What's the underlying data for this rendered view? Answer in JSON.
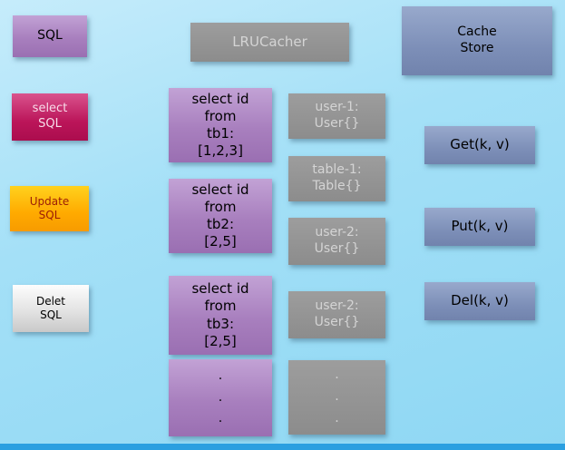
{
  "diagram": {
    "sql_clients": {
      "sql": "SQL",
      "select_sql": "select\nSQL",
      "update_sql": "Update\nSQL",
      "delete_sql": "Delet\nSQL"
    },
    "lru_cacher": {
      "title": "LRUCacher"
    },
    "cache_store": {
      "title": "Cache\nStore"
    },
    "queries": {
      "q1": "select id\nfrom\ntb1:\n[1,2,3]",
      "q2": "select id\nfrom\ntb2:\n[2,5]",
      "q3": "select id\nfrom\ntb3:\n[2,5]",
      "more": ".\n.\n."
    },
    "cache_entries": {
      "e1": "user-1:\nUser{}",
      "e2": "table-1:\nTable{}",
      "e3": "user-2:\nUser{}",
      "e4": "user-2:\nUser{}",
      "more": ".\n.\n."
    },
    "operations": {
      "get": "Get(k, v)",
      "put": "Put(k, v)",
      "del": "Del(k, v)"
    }
  },
  "colors": {
    "query_purple": "#a87fbe",
    "select_crimson": "#bb1559",
    "update_orange": "#ffaa00",
    "delete_silver": "#e3e3e3",
    "cache_gray": "#8c8c8c",
    "store_slate": "#7d8fb8",
    "background_blue": "#a4e0f7",
    "bottom_bar_blue": "#2b9fe0"
  }
}
